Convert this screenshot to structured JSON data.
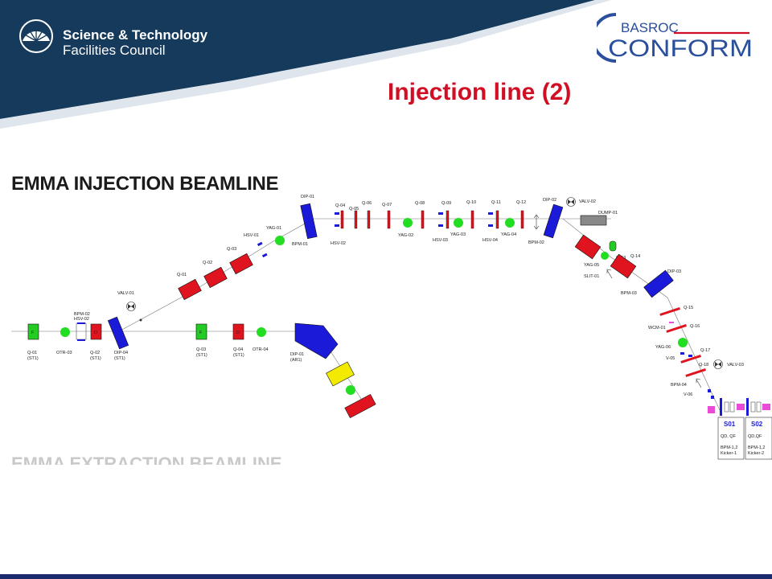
{
  "header": {
    "org_name": "Science & Technology",
    "org_sub": "Facilities Council",
    "partner_logo_top": "BASROC",
    "partner_logo_main": "CONFORM",
    "navy": "#153a5c",
    "logo_blue": "#2a4f9c",
    "logo_red": "#d10f24"
  },
  "slide": {
    "title": "Injection line (2)",
    "title_color": "#d10f24"
  },
  "diagram": {
    "heading": "EMMA INJECTION BEAMLINE",
    "footer_cut": "EMMA EXTRACTION BEAMLINE",
    "colors": {
      "dipole": "#1a1ad8",
      "quad_red": "#e0141e",
      "quad_green": "#22cc22",
      "screen": "#22dd22",
      "yellow": "#f2ea00",
      "dump": "#888888",
      "magenta": "#e94ad8"
    },
    "labels": {
      "q01": "Q-01",
      "q01s": "(ST1)",
      "otr03": "OTR-03",
      "q02": "Q-02",
      "q02s": "(ST1)",
      "bpm02": "BPM-02",
      "hsv02": "HSV-02",
      "dip04": "DIP-04",
      "dip04s": "(ST1)",
      "q03": "Q-03",
      "q03s": "(ST1)",
      "q04": "Q-04",
      "q04s": "(ST1)",
      "otr04": "OTR-04",
      "dip01a": "DIP-01",
      "dip01as": "(AR1)",
      "valv01": "VALV-01",
      "iq01": "Q-01",
      "iq02": "Q-02",
      "iq03": "Q-03",
      "hsv01": "HSV-01",
      "yag01": "YAG-01",
      "dip01": "DIP-01",
      "bpm01": "BPM-01",
      "iq04": "Q-04",
      "iq05": "Q-05",
      "iq06": "Q-06",
      "iq07": "Q-07",
      "iq08": "Q-08",
      "iq09": "Q-09",
      "iq10": "Q-10",
      "iq11": "Q-11",
      "iq12": "Q-12",
      "hsv02b": "HSV-02",
      "yag02": "YAG-02",
      "hsv03": "HSV-03",
      "yag03": "YAG-03",
      "hsv04": "HSV-04",
      "yag04": "YAG-04",
      "dip02": "DIP-02",
      "bpm02b": "BPM-02",
      "valv02": "VALV-02",
      "dump01": "DUMP-01",
      "iq13": "Q-13",
      "yag05": "YAG-05",
      "slit01": "SLIT-01",
      "iq14": "Q-14",
      "dip03": "DIP-03",
      "bpm03": "BPM-03",
      "iq15": "Q-15",
      "wcm01": "WCM-01",
      "iq16": "Q-16",
      "yag06": "YAG-06",
      "v05": "V-05",
      "iq17": "Q-17",
      "iq18": "Q-18",
      "valv03": "VALV-03",
      "bpm04": "BPM-04",
      "v06": "V-06",
      "s01": "S01",
      "s01a": "QD, QF",
      "s01b": "BPM-1,2",
      "s01c": "Kicker-1",
      "s02": "S02",
      "s02a": "QD,QF",
      "s02b": "BPM-1,2",
      "s02c": "Kicker-2",
      "q_tag": "F",
      "d_tag": "D"
    }
  }
}
